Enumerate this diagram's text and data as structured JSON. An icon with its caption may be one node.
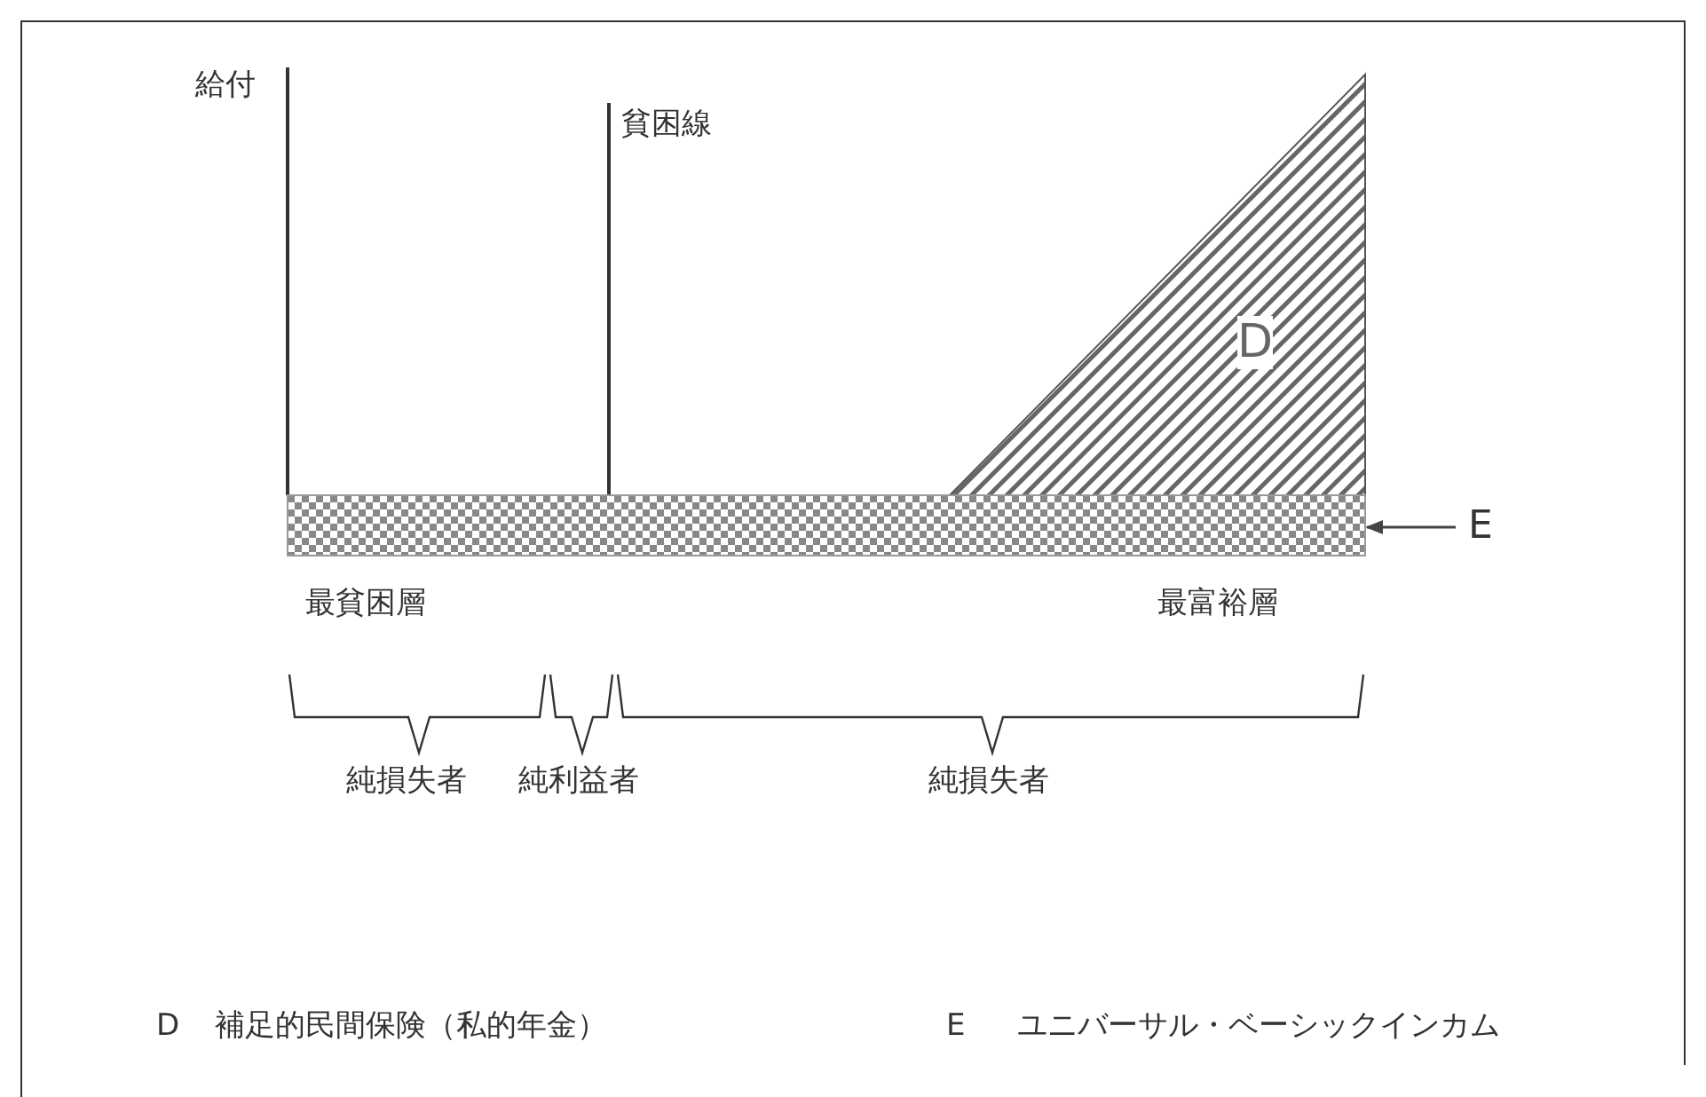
{
  "diagram": {
    "nodes": [
      {
        "text": [
          "D"
        ]
      },
      {
        "text": [],
        "shape": "bar"
      },
      {
        "text": [
          "E"
        ]
      }
    ],
    "edges": [
      {
        "from": 2,
        "to": 1,
        "arrow": "to"
      }
    ],
    "labels": [
      "給付",
      "貧困線",
      "最貧困層",
      "最富裕層",
      "純損失者",
      "純利益者",
      "純損失者",
      "D",
      "補足的民間保険（私的年金）",
      "E",
      "ユニバーサル・ベーシックインカム"
    ]
  }
}
